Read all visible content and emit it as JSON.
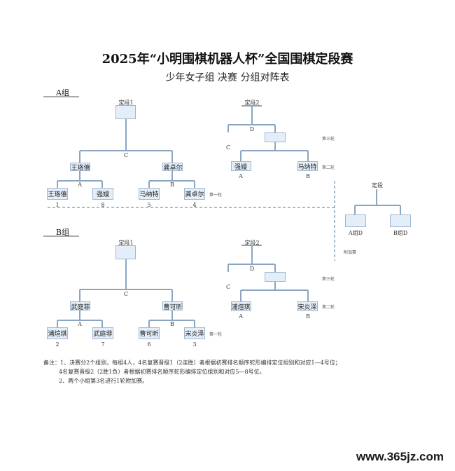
{
  "title": "2025年“小明围棋机器人杯”全国围棋定段赛",
  "subtitle": "少年女子组 决赛 分组对阵表",
  "group_a": {
    "label": "A组",
    "left_bracket": {
      "top": "定段1",
      "final_match": "C",
      "semi_left_winner": "王珞僖",
      "semi_right_winner": "龚卓尔",
      "match_left": "A",
      "match_right": "B",
      "players": [
        {
          "name": "王珞僖",
          "seed": "1"
        },
        {
          "name": "强嫚",
          "seed": "8"
        },
        {
          "name": "马纳特",
          "seed": "5"
        },
        {
          "name": "龚卓尔",
          "seed": "4"
        }
      ],
      "round_label": "第一轮"
    },
    "right_bracket": {
      "top": "定段2",
      "match_top": "D",
      "c_label": "C",
      "players": [
        {
          "name": "强嫚",
          "from": "A"
        },
        {
          "name": "马纳特",
          "from": "B"
        }
      ],
      "round3_label": "第三轮",
      "round2_label": "第二轮"
    }
  },
  "group_b": {
    "label": "B组",
    "left_bracket": {
      "top": "定段1",
      "final_match": "C",
      "semi_left_winner": "武庭菲",
      "semi_right_winner": "曹可昕",
      "match_left": "A",
      "match_right": "B",
      "players": [
        {
          "name": "浦煊琪",
          "seed": "2"
        },
        {
          "name": "武庭菲",
          "seed": "7"
        },
        {
          "name": "曹可昕",
          "seed": "6"
        },
        {
          "name": "宋炎泽",
          "seed": "3"
        }
      ],
      "round_label": "第一轮"
    },
    "right_bracket": {
      "top": "定段2",
      "match_top": "D",
      "c_label": "C",
      "players": [
        {
          "name": "浦煊琪",
          "from": "A"
        },
        {
          "name": "宋炎泽",
          "from": "B"
        }
      ],
      "round3_label": "第三轮",
      "round2_label": "第二轮"
    }
  },
  "extra": {
    "top": "定段",
    "left": "A组D",
    "right": "B组D",
    "label": "附加赛"
  },
  "notes": [
    "备注：1、决赛分2个组别，每组4人，4名复赛晋级1（2连胜）者根据初赛排名顺序蛇形编排定位组别和对应1—4号位；",
    "4名复赛晋级2（2胜1负）者根据初赛排名顺序蛇形编排定位组别和对应5—8号位。",
    "2、两个小组第3名进行1轮附加赛。"
  ],
  "watermark": "www.365jz.com"
}
